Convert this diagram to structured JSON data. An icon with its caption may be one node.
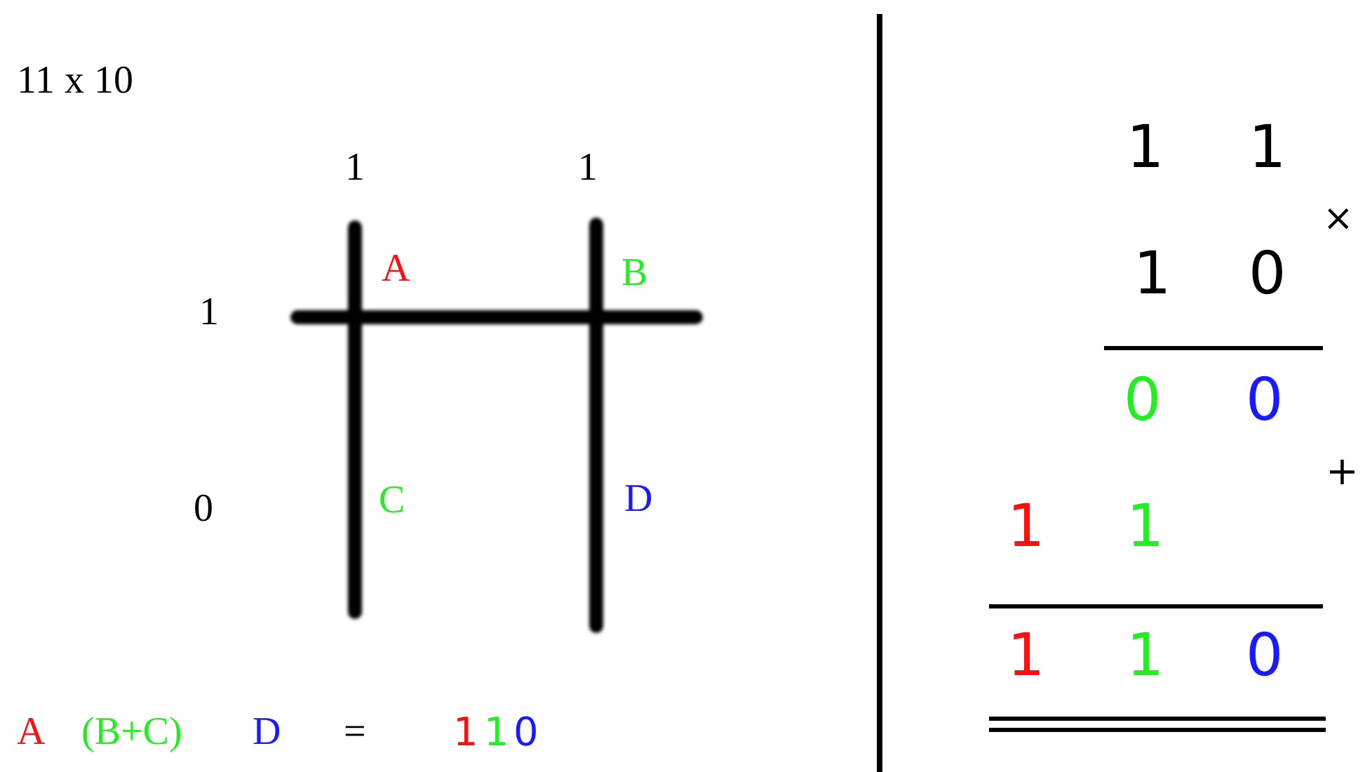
{
  "diagram": {
    "labels": [
      "11 x 10",
      "1",
      "1",
      "1",
      "A",
      "B",
      "0",
      "C",
      "D",
      "A",
      "(B+C)",
      "D",
      "=",
      "1",
      "1",
      "0",
      "1",
      "1",
      "×",
      "1",
      "0",
      "0",
      "0",
      "+",
      "1",
      "1",
      "1",
      "1",
      "0"
    ]
  }
}
